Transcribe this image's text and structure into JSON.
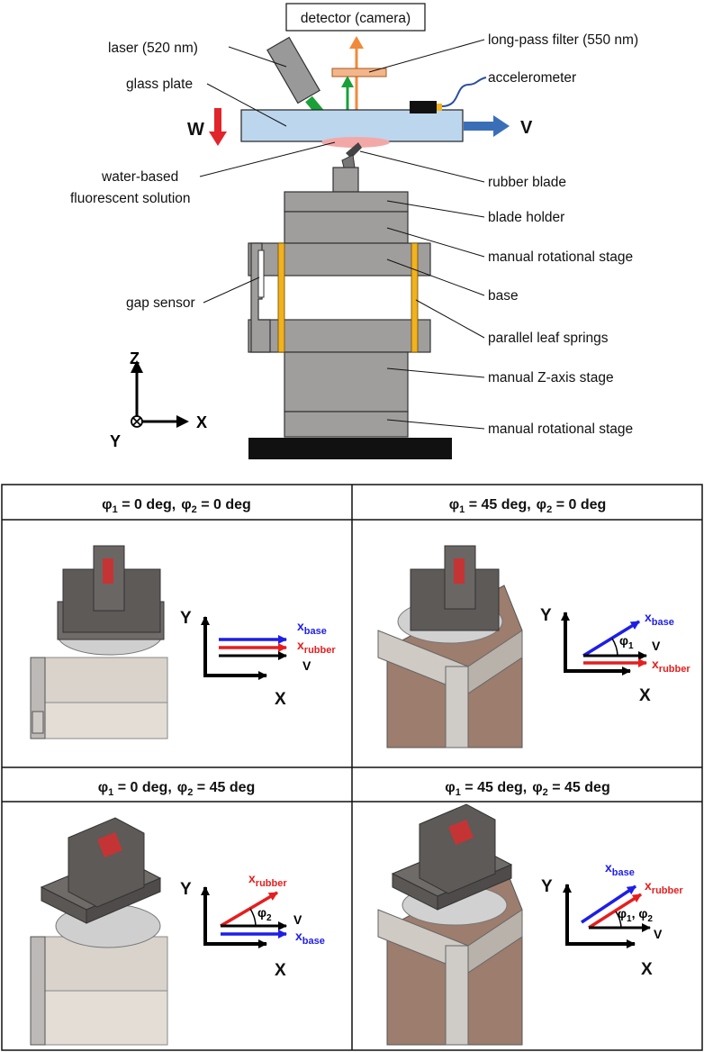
{
  "schematic": {
    "labels": {
      "detector": "detector (camera)",
      "laser": "laser (520 nm)",
      "filter": "long-pass filter (550 nm)",
      "accelerometer": "accelerometer",
      "glass_plate": "glass plate",
      "W": "W",
      "V": "V",
      "solution_line1": "water-based",
      "solution_line2": "fluorescent solution",
      "rubber_blade": "rubber blade",
      "blade_holder": "blade holder",
      "rot_stage_top": "manual rotational stage",
      "base": "base",
      "gap_sensor": "gap sensor",
      "leaf_springs": "parallel leaf springs",
      "z_stage": "manual Z-axis stage",
      "rot_stage_bottom": "manual rotational stage"
    },
    "axes": {
      "z": "Z",
      "x": "X",
      "y": "Y"
    }
  },
  "panels": [
    {
      "phi1_sym": "φ",
      "phi1_sub": "1",
      "phi1_val": " = 0 deg,",
      "phi2_sym": "φ",
      "phi2_sub": "2",
      "phi2_val": " = 0 deg",
      "axis_y": "Y",
      "axis_x": "X",
      "xbase_main": "x",
      "xbase_sub": "base",
      "xrubber_main": "x",
      "xrubber_sub": "rubber",
      "v_label": "V"
    },
    {
      "phi1_sym": "φ",
      "phi1_sub": "1",
      "phi1_val": " = 45 deg,",
      "phi2_sym": "φ",
      "phi2_sub": "2",
      "phi2_val": " = 0 deg",
      "axis_y": "Y",
      "axis_x": "X",
      "xbase_main": "x",
      "xbase_sub": "base",
      "xrubber_main": "x",
      "xrubber_sub": "rubber",
      "v_label": "V",
      "angle_main": "φ",
      "angle_sub": "1"
    },
    {
      "phi1_sym": "φ",
      "phi1_sub": "1",
      "phi1_val": " = 0 deg,",
      "phi2_sym": "φ",
      "phi2_sub": "2",
      "phi2_val": " = 45 deg",
      "axis_y": "Y",
      "axis_x": "X",
      "xbase_main": "x",
      "xbase_sub": "base",
      "xrubber_main": "x",
      "xrubber_sub": "rubber",
      "v_label": "V",
      "angle_main": "φ",
      "angle_sub": "2"
    },
    {
      "phi1_sym": "φ",
      "phi1_sub": "1",
      "phi1_val": " = 45 deg,",
      "phi2_sym": "φ",
      "phi2_sub": "2",
      "phi2_val": " = 45 deg",
      "axis_y": "Y",
      "axis_x": "X",
      "xbase_main": "x",
      "xbase_sub": "base",
      "xrubber_main": "x",
      "xrubber_sub": "rubber",
      "v_label": "V",
      "angle_a": "φ",
      "angle_a_sub": "1",
      "angle_sep": ", φ",
      "angle_b_sub": "2"
    }
  ],
  "colors": {
    "laser_beam": "#1aa038",
    "emission": "#f08a3a",
    "glass": "#bcd6ee",
    "stage_gray": "#a09d9d",
    "spring": "#f2b21e",
    "w_arrow": "#e0252b",
    "v_arrow": "#3a6fb8",
    "xbase": "#1e1ee6",
    "xrubber": "#e61e1e"
  }
}
